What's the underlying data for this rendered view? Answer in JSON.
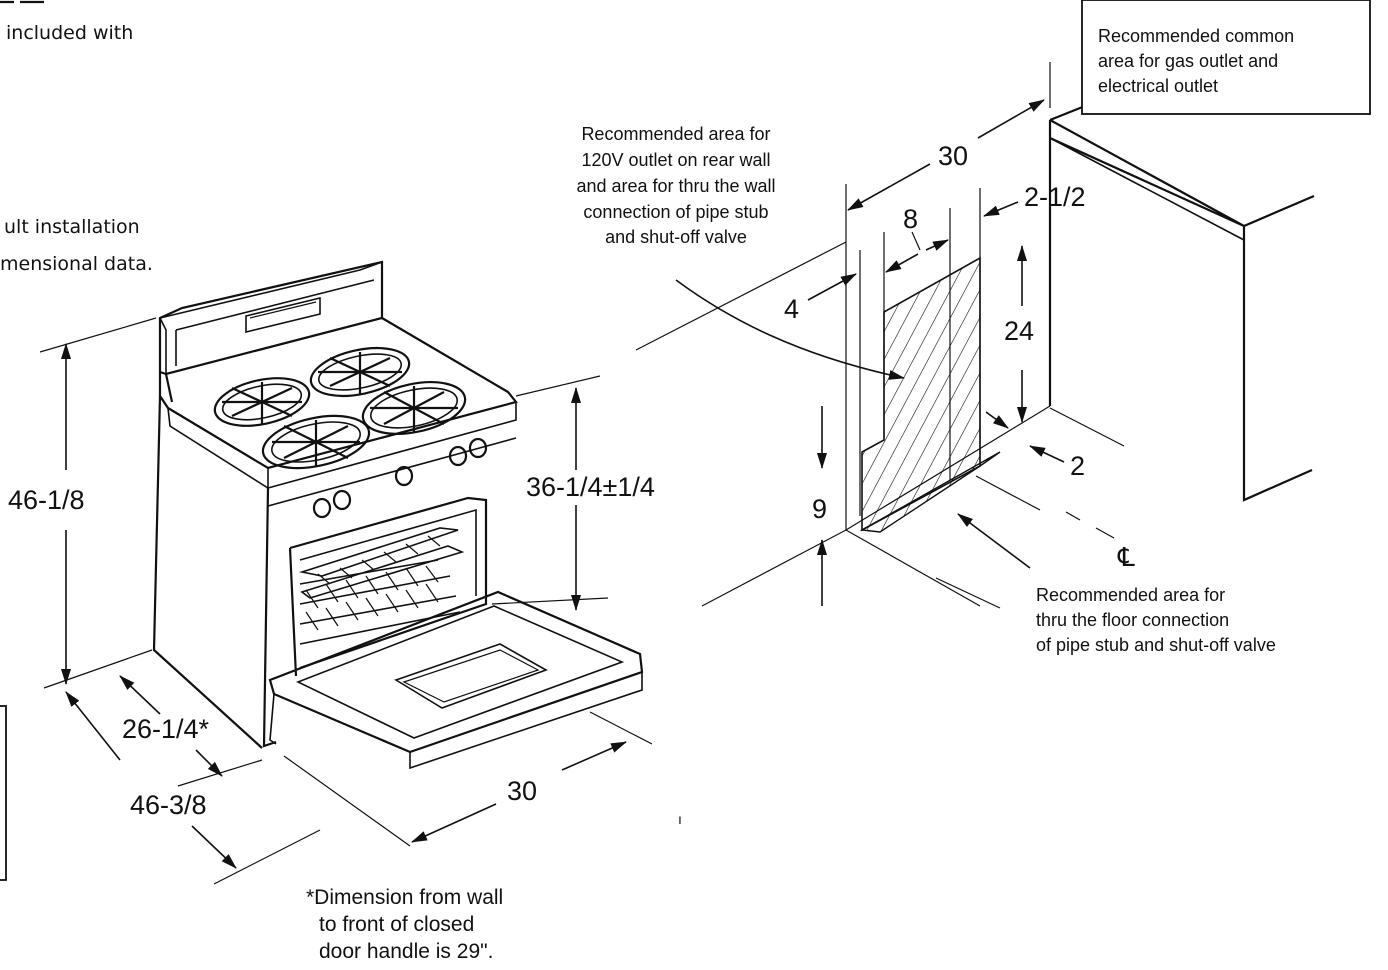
{
  "left_text": {
    "line1": "included with",
    "line2": "ult installation",
    "line3": "mensional data."
  },
  "range_dimensions": {
    "height_overall": "46-1/8",
    "cooktop_height": "36-1/4±1/4",
    "depth": "26-1/4*",
    "depth_door_open": "46-3/8",
    "width": "30"
  },
  "footnote": {
    "line1": "*Dimension from wall",
    "line2": "to front of closed",
    "line3": "door handle is 29\"."
  },
  "wall_callout": {
    "line1": "Recommended area for",
    "line2": "120V outlet on rear wall",
    "line3": "and area for thru the wall",
    "line4": "connection of pipe stub",
    "line5": "and shut-off valve"
  },
  "common_area_box": {
    "line1": "Recommended common",
    "line2": "area for gas outlet and",
    "line3": "electrical outlet"
  },
  "floor_callout": {
    "line1": "Recommended area for",
    "line2": "thru the floor connection",
    "line3": "of pipe stub and shut-off valve"
  },
  "area_dimensions": {
    "width": "30",
    "area_width": "8",
    "side_offset": "2-1/2",
    "left_offset": "4",
    "height": "24",
    "bottom_offset": "9",
    "wall_offset": "2",
    "centerline": "℄"
  },
  "stray_mark": "ı"
}
